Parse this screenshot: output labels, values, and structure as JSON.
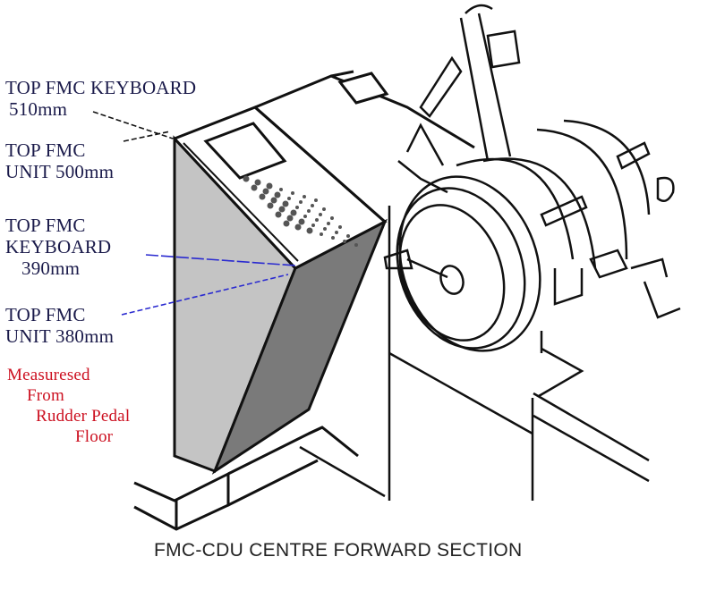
{
  "labels": {
    "top_keyboard_high": {
      "line1": "TOP FMC KEYBOARD",
      "line2": "510mm"
    },
    "top_unit_high": {
      "line1": "TOP FMC",
      "line2": "UNIT 500mm"
    },
    "top_keyboard_low": {
      "line1": "TOP FMC",
      "line2": "KEYBOARD",
      "line3": "390mm"
    },
    "top_unit_low": {
      "line1": "TOP FMC",
      "line2": "UNIT 380mm"
    },
    "measured_from": {
      "line1": "Measuresed",
      "line2": "From",
      "line3": "Rudder Pedal",
      "line4": "Floor"
    }
  },
  "caption": "FMC-CDU CENTRE FORWARD SECTION",
  "colors": {
    "label_text": "#1a1a4a",
    "note_text": "#cc1020",
    "leader_line": "#2a2ad0",
    "side_face": "#c4c4c4",
    "front_face": "#7a7a7a"
  }
}
